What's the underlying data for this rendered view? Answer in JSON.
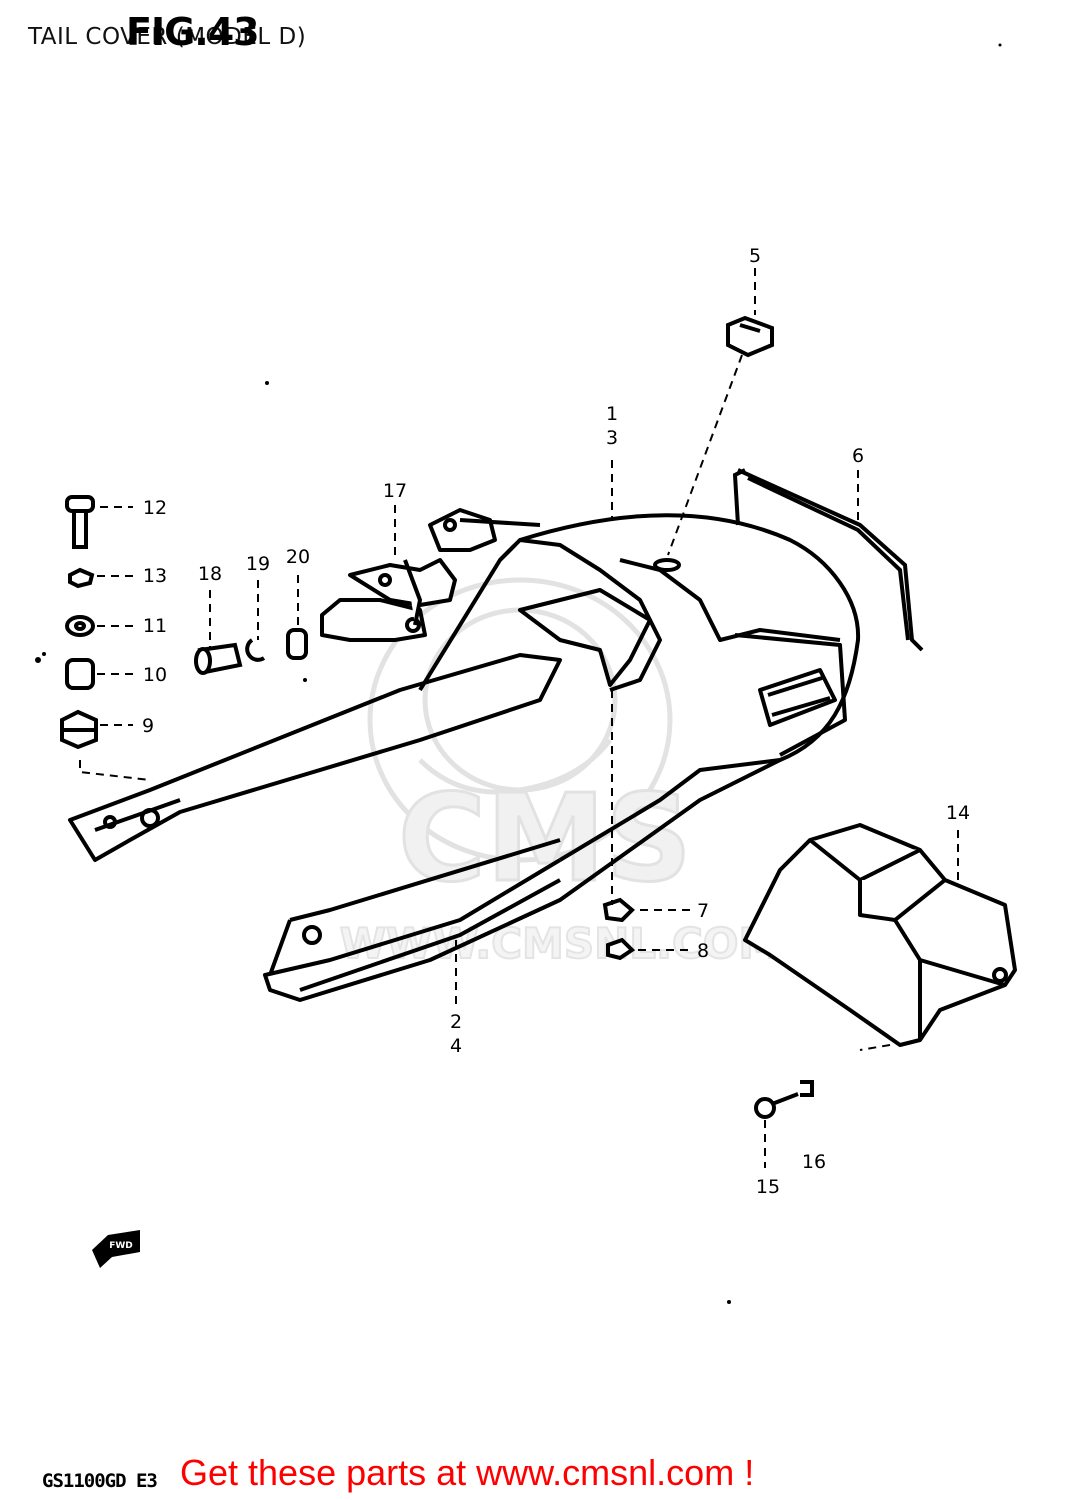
{
  "header": {
    "title": "TAIL COVER (MODEL D)",
    "figure_label": "FIG.43"
  },
  "footer": {
    "model_code": "GS1100GD E3",
    "promo": "Get these parts at www.cmsnl.com !"
  },
  "watermark": {
    "logo_text": "CMS",
    "url_text": "WWW.CMSNL.COM"
  },
  "direction_arrow_label": "FWD",
  "part_callouts": [
    "1",
    "2",
    "3",
    "4",
    "5",
    "6",
    "7",
    "8",
    "9",
    "10",
    "11",
    "12",
    "13",
    "14",
    "15",
    "16",
    "17",
    "18",
    "19",
    "20"
  ]
}
